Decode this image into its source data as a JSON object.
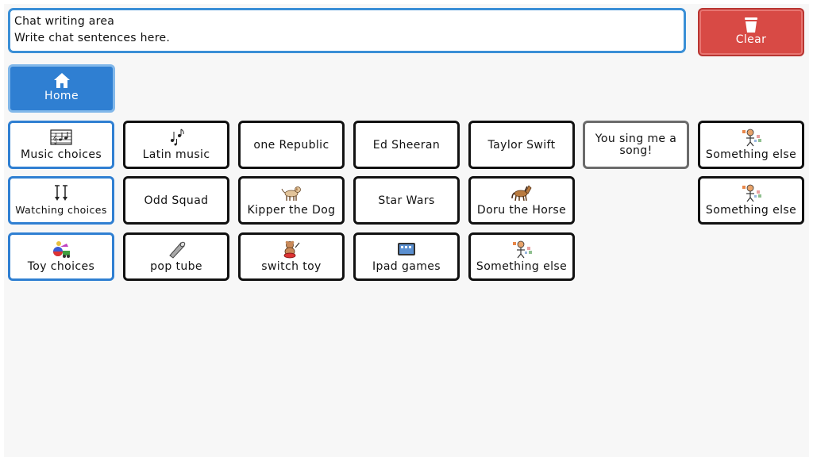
{
  "chat": {
    "title": "Chat writing area",
    "placeholder": "Write chat sentences here."
  },
  "clear": {
    "label": "Clear",
    "icon": "trash-icon",
    "color": "#d84a45"
  },
  "home": {
    "label": "Home",
    "icon": "house-icon",
    "color": "#2f7fd2"
  },
  "rows": [
    [
      {
        "label": "Music choices",
        "icon": "music-staff-icon",
        "category": true
      },
      {
        "label": "Latin music",
        "icon": "music-notes-icon"
      },
      {
        "label": "one Republic"
      },
      {
        "label": "Ed Sheeran"
      },
      {
        "label": "Taylor Swift"
      },
      {
        "label": "You sing me a song!"
      },
      {
        "label": "Something else",
        "icon": "person-thinking-icon"
      }
    ],
    [
      {
        "label": "Watching choices",
        "icon": "watch-arrows-icon",
        "category": true
      },
      {
        "label": "Odd Squad"
      },
      {
        "label": "Kipper the Dog",
        "icon": "dog-icon"
      },
      {
        "label": "Star Wars"
      },
      {
        "label": "Doru the Horse",
        "icon": "horse-icon"
      },
      {
        "label": "Something else",
        "icon": "person-thinking-icon"
      }
    ],
    [
      {
        "label": "Toy choices",
        "icon": "toys-icon",
        "category": true
      },
      {
        "label": "pop tube",
        "icon": "tube-icon"
      },
      {
        "label": "switch toy",
        "icon": "bear-drum-icon"
      },
      {
        "label": "Ipad games",
        "icon": "tablet-icon"
      },
      {
        "label": "Something else",
        "icon": "person-thinking-icon"
      }
    ]
  ]
}
